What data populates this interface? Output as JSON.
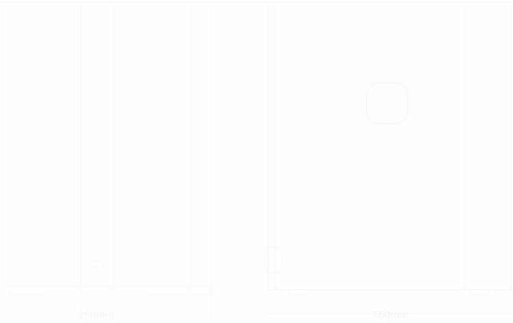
{
  "canvas": {
    "background": "#fefefe",
    "note": "Screenshot is heavily washed out; only faint ghost outlines visible"
  },
  "dimension_labels": [
    {
      "label": "250mm",
      "legibility": "very faint / uncertain"
    },
    {
      "label": "750mm",
      "legibility": "very faint / uncertain"
    }
  ],
  "ghost_vertical_text": "",
  "colors": {
    "line": "#f6f6f6",
    "text": "#f3f3f3"
  }
}
